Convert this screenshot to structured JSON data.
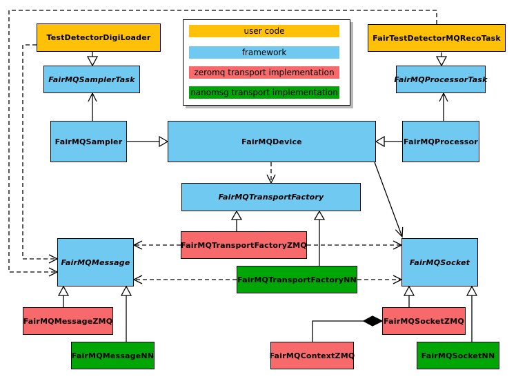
{
  "diagram": {
    "background": "#ffffff",
    "colors": {
      "user_code": "#FFC107",
      "framework": "#6FC9F1",
      "zeromq": "#F8696B",
      "nanomsg": "#00A606",
      "line": "#000000",
      "legend_background": "#ffffff",
      "legend_shadow": "#b9b9b9"
    },
    "legend": {
      "items": [
        {
          "label": "user code",
          "category": "user_code"
        },
        {
          "label": "framework",
          "category": "framework"
        },
        {
          "label": "zeromq transport implementation",
          "category": "zeromq"
        },
        {
          "label": "nanomsg transport implementation",
          "category": "nanomsg"
        }
      ]
    },
    "nodes": {
      "digiLoader": {
        "label": "TestDetectorDigiLoader",
        "category": "user_code",
        "abstract": false
      },
      "recoTask": {
        "label": "FairTestDetectorMQRecoTask",
        "category": "user_code",
        "abstract": false
      },
      "samplerTask": {
        "label": "FairMQSamplerTask",
        "category": "framework",
        "abstract": true
      },
      "processorTask": {
        "label": "FairMQProcessorTask",
        "category": "framework",
        "abstract": true
      },
      "sampler": {
        "label": "FairMQSampler",
        "category": "framework",
        "abstract": false
      },
      "device": {
        "label": "FairMQDevice",
        "category": "framework",
        "abstract": false
      },
      "processor": {
        "label": "FairMQProcessor",
        "category": "framework",
        "abstract": false
      },
      "transportFactory": {
        "label": "FairMQTransportFactory",
        "category": "framework",
        "abstract": true
      },
      "transportFactoryZMQ": {
        "label": "FairMQTransportFactoryZMQ",
        "category": "zeromq",
        "abstract": false
      },
      "transportFactoryNN": {
        "label": "FairMQTransportFactoryNN",
        "category": "nanomsg",
        "abstract": false
      },
      "message": {
        "label": "FairMQMessage",
        "category": "framework",
        "abstract": true
      },
      "socket": {
        "label": "FairMQSocket",
        "category": "framework",
        "abstract": true
      },
      "messageZMQ": {
        "label": "FairMQMessageZMQ",
        "category": "zeromq",
        "abstract": false
      },
      "messageNN": {
        "label": "FairMQMessageNN",
        "category": "nanomsg",
        "abstract": false
      },
      "socketZMQ": {
        "label": "FairMQSocketZMQ",
        "category": "zeromq",
        "abstract": false
      },
      "contextZMQ": {
        "label": "FairMQContextZMQ",
        "category": "zeromq",
        "abstract": false
      },
      "socketNN": {
        "label": "FairMQSocketNN",
        "category": "nanomsg",
        "abstract": false
      }
    },
    "relationships": [
      {
        "from": "digiLoader",
        "to": "samplerTask",
        "type": "inheritance"
      },
      {
        "from": "recoTask",
        "to": "processorTask",
        "type": "inheritance"
      },
      {
        "from": "sampler",
        "to": "device",
        "type": "inheritance"
      },
      {
        "from": "processor",
        "to": "device",
        "type": "inheritance"
      },
      {
        "from": "sampler",
        "to": "samplerTask",
        "type": "association"
      },
      {
        "from": "processor",
        "to": "processorTask",
        "type": "association"
      },
      {
        "from": "device",
        "to": "transportFactory",
        "type": "dependency"
      },
      {
        "from": "device",
        "to": "socket",
        "type": "association"
      },
      {
        "from": "transportFactoryZMQ",
        "to": "transportFactory",
        "type": "inheritance"
      },
      {
        "from": "transportFactoryNN",
        "to": "transportFactory",
        "type": "inheritance"
      },
      {
        "from": "transportFactoryZMQ",
        "to": "message",
        "type": "dependency"
      },
      {
        "from": "transportFactoryZMQ",
        "to": "socket",
        "type": "dependency"
      },
      {
        "from": "transportFactoryNN",
        "to": "message",
        "type": "dependency"
      },
      {
        "from": "transportFactoryNN",
        "to": "socket",
        "type": "dependency"
      },
      {
        "from": "digiLoader",
        "to": "message",
        "type": "dependency"
      },
      {
        "from": "recoTask",
        "to": "message",
        "type": "dependency"
      },
      {
        "from": "messageZMQ",
        "to": "message",
        "type": "inheritance"
      },
      {
        "from": "messageNN",
        "to": "message",
        "type": "inheritance"
      },
      {
        "from": "socketZMQ",
        "to": "socket",
        "type": "inheritance"
      },
      {
        "from": "socketNN",
        "to": "socket",
        "type": "inheritance"
      },
      {
        "from": "contextZMQ",
        "to": "socketZMQ",
        "type": "composition"
      }
    ]
  }
}
